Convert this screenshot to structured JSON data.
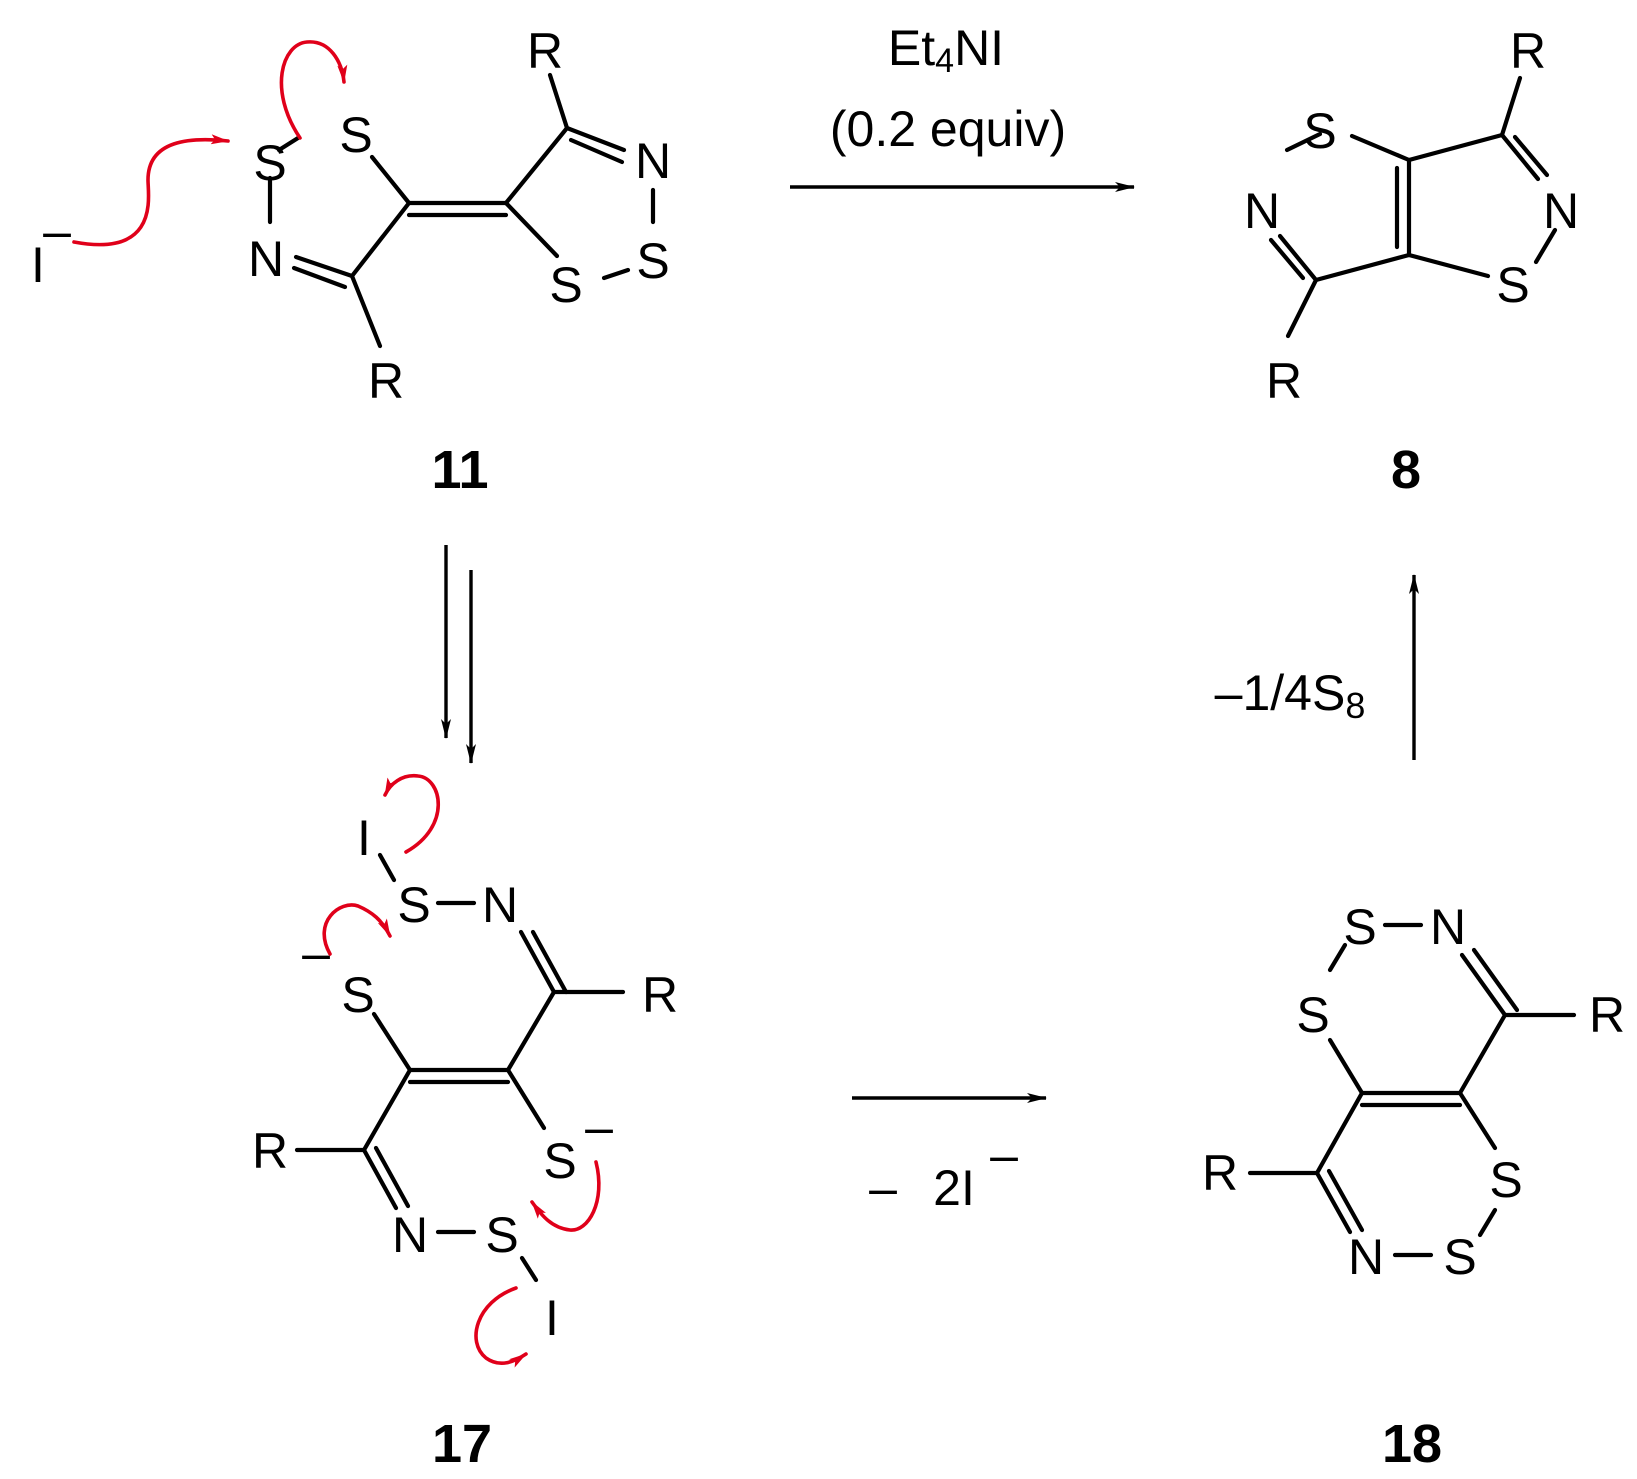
{
  "atoms": {
    "sulfur": "S",
    "nitrogen": "N",
    "iodine": "I",
    "r_group": "R",
    "minus": "–"
  },
  "conditions": {
    "reagent_main": "Et",
    "reagent_sub": "4",
    "reagent_tail": "NI",
    "equiv": "(0.2 equiv)",
    "lose_iodide_minus": "–",
    "lose_iodide_count": "2I",
    "lose_sulfur_prefix": "–1/4S",
    "lose_sulfur_sub": "8"
  },
  "compounds": {
    "bis_dithiazole": "11",
    "product": "8",
    "intermediate": "17",
    "tetrathia": "18"
  },
  "colors": {
    "ink": "#000000",
    "electron_arrow": "#e0001a"
  }
}
